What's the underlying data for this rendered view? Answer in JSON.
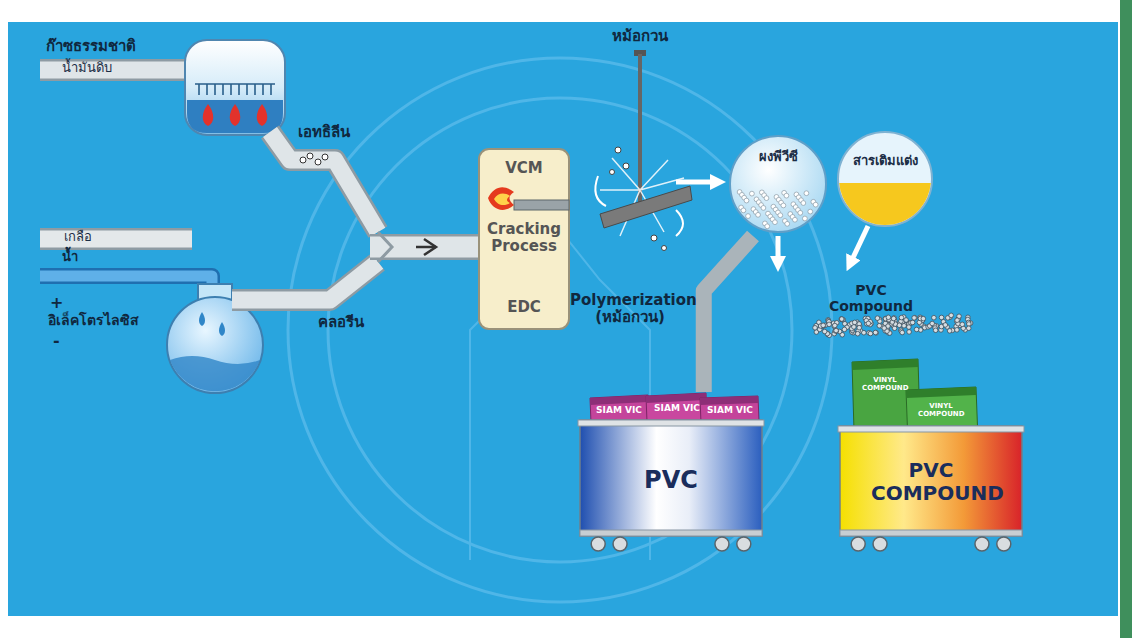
{
  "diagram": {
    "nodes": [
      {
        "text": [
          "VCM",
          "Cracking Process",
          "EDC"
        ]
      },
      {
        "text": [
          "ผงพีวีซี"
        ]
      },
      {
        "text": [
          "สารเติมแต่ง"
        ]
      },
      {
        "text": [
          "PVC"
        ]
      },
      {
        "text": [
          "PVC COMPOUND"
        ]
      }
    ],
    "edges": [
      {
        "from": 1,
        "to": 3,
        "arrow": "none"
      }
    ],
    "labels": [
      "ก๊าซธรรมชาติ",
      "น้ำมันดิบ",
      "เอทธิลีน",
      "เกลือ",
      "น้ำ",
      "+",
      "อิเล็คโตรไลซิส",
      "-",
      "คลอรีน",
      "หม้อกวน",
      "Polymerization (หม้อกวน)",
      "PVC Compound",
      "SIAM VIC",
      "SIAM VIC",
      "SIAM VIC",
      "VINYL COMPOUND",
      "VINYL COMPOUND"
    ]
  }
}
